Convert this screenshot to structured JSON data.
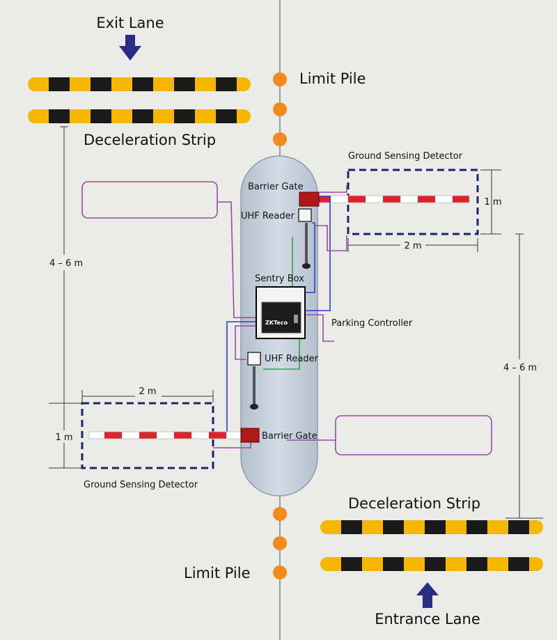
{
  "labels": {
    "exit_lane": "Exit Lane",
    "entrance_lane": "Entrance Lane",
    "limit_pile": "Limit Pile",
    "deceleration_strip": "Deceleration Strip",
    "ground_sensing_detector": "Ground Sensing Detector",
    "barrier_gate": "Barrier Gate",
    "uhf_reader": "UHF Reader",
    "sentry_box": "Sentry Box",
    "parking_controller": "Parking Controller",
    "controller_brand": "ZKTeco"
  },
  "dimensions": {
    "distance": "4 – 6 m",
    "width": "2 m",
    "depth": "1 m"
  },
  "colors": {
    "background": "#ebebe8",
    "strip_yellow": "#f6b700",
    "strip_black": "#1a1a1a",
    "pile_orange": "#f08a1c",
    "island": "#c5d0dc",
    "detector_dash": "#1a2466",
    "arrow": "#2a2c86",
    "wire_blue": "#2b3bd0",
    "wire_green": "#27a844",
    "wire_purple": "#9a4aa8",
    "boom_red": "#e0202a",
    "gate_red": "#b01818"
  }
}
